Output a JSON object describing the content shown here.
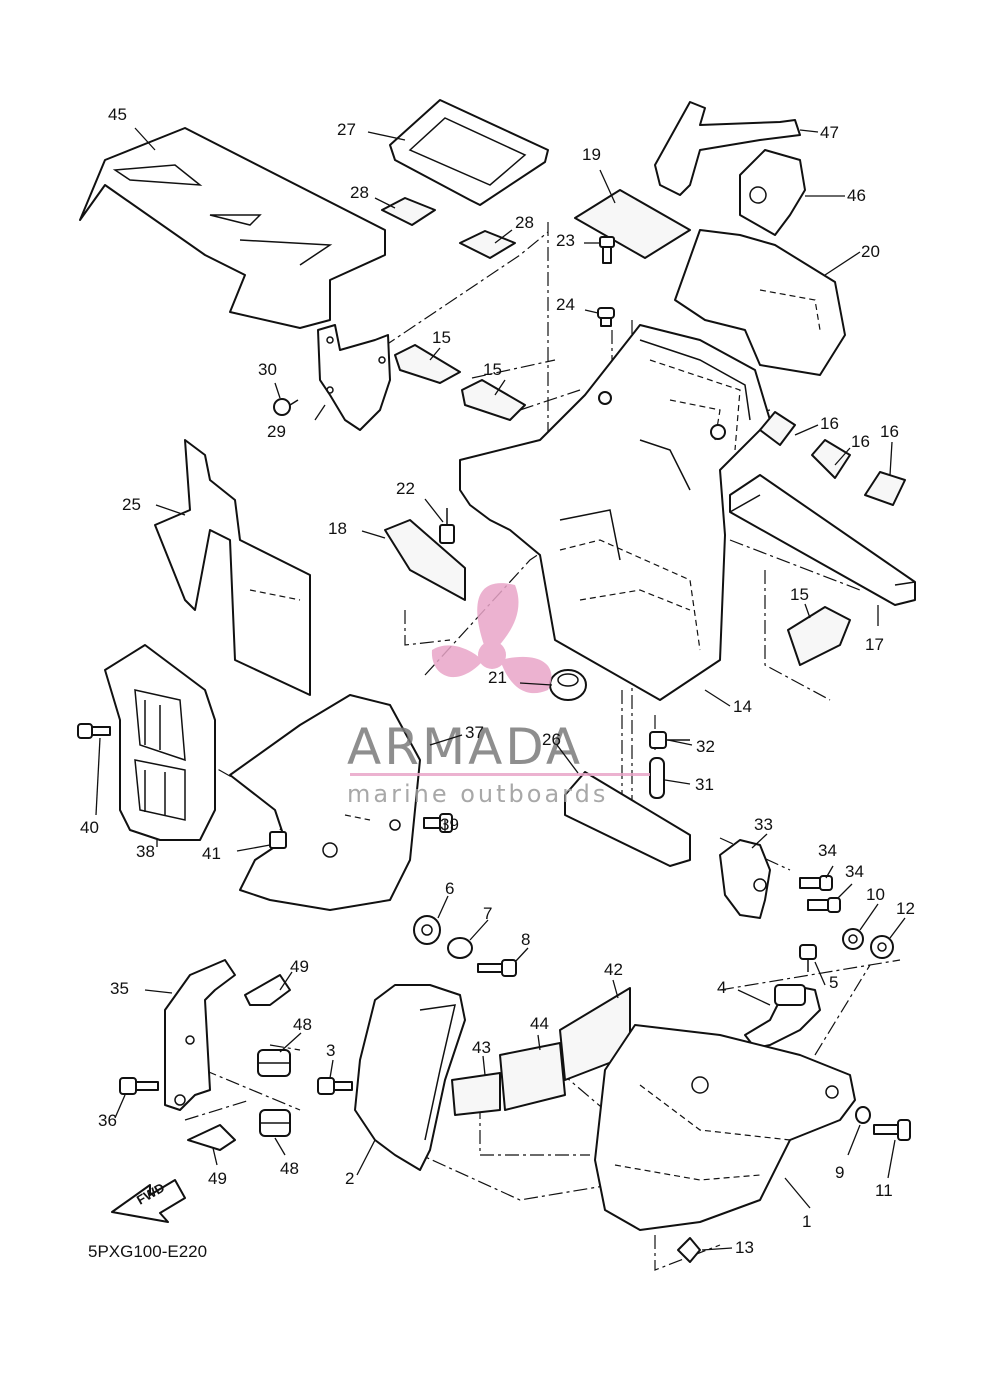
{
  "diagram_code": "5PXG100-E220",
  "fwd_label": "FWD",
  "watermark": {
    "title": "ARMADA",
    "subtitle": "marine outboards",
    "color": "#e9a5c8"
  },
  "callouts": [
    {
      "label": "45"
    },
    {
      "label": "27"
    },
    {
      "label": "28"
    },
    {
      "label": "28"
    },
    {
      "label": "19"
    },
    {
      "label": "47"
    },
    {
      "label": "46"
    },
    {
      "label": "20"
    },
    {
      "label": "23"
    },
    {
      "label": "24"
    },
    {
      "label": "15"
    },
    {
      "label": "15"
    },
    {
      "label": "30"
    },
    {
      "label": "29"
    },
    {
      "label": "16"
    },
    {
      "label": "16"
    },
    {
      "label": "16"
    },
    {
      "label": "25"
    },
    {
      "label": "22"
    },
    {
      "label": "18"
    },
    {
      "label": "17"
    },
    {
      "label": "15"
    },
    {
      "label": "21"
    },
    {
      "label": "14"
    },
    {
      "label": "37"
    },
    {
      "label": "26"
    },
    {
      "label": "32"
    },
    {
      "label": "31"
    },
    {
      "label": "40"
    },
    {
      "label": "38"
    },
    {
      "label": "41"
    },
    {
      "label": "39"
    },
    {
      "label": "33"
    },
    {
      "label": "34"
    },
    {
      "label": "34"
    },
    {
      "label": "10"
    },
    {
      "label": "12"
    },
    {
      "label": "6"
    },
    {
      "label": "7"
    },
    {
      "label": "8"
    },
    {
      "label": "35"
    },
    {
      "label": "49"
    },
    {
      "label": "42"
    },
    {
      "label": "4"
    },
    {
      "label": "5"
    },
    {
      "label": "44"
    },
    {
      "label": "48"
    },
    {
      "label": "3"
    },
    {
      "label": "43"
    },
    {
      "label": "36"
    },
    {
      "label": "9"
    },
    {
      "label": "11"
    },
    {
      "label": "2"
    },
    {
      "label": "48"
    },
    {
      "label": "49"
    },
    {
      "label": "1"
    },
    {
      "label": "13"
    }
  ]
}
